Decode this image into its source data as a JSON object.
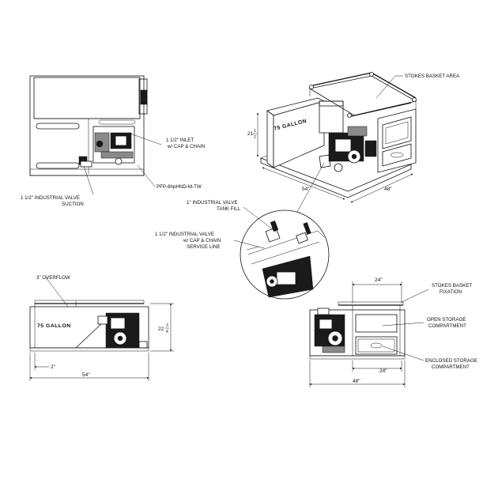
{
  "labels": {
    "inlet": "1 1/2\" INLET",
    "inlet_sub": "w/ CAP & CHAIN",
    "model": "PFP-6hpHND-M-TW",
    "suction": "1 1/2\" INDUSTRIAL VALVE",
    "suction_sub": "SUCTION",
    "stokes_area": "STOKES BASKET AREA",
    "tank_fill": "1\" INDUSTRIAL VALVE",
    "tank_fill_sub": "TANK FILL",
    "service": "1 1/2\" INDUSTRIAL VALVE",
    "service_sub1": "w/ CAP & CHAIN",
    "service_sub2": "SERVICE LINE",
    "overflow": "3\" OVERFLOW",
    "stokes_fix": "STOKES BASKET",
    "stokes_fix_sub": "FIXATION",
    "open_storage": "OPEN STORAGE",
    "open_storage_sub": "COMPARTMENT",
    "enclosed_storage": "ENCLOSED STORAGE",
    "enclosed_storage_sub": "COMPARTMENT",
    "gallon_iso": "75 GALLON",
    "gallon_side": "75 GALLON"
  },
  "dims": {
    "height_iso_whole": "21",
    "height_iso_frac_top": "1",
    "height_iso_frac_bot": "2",
    "width_iso_54": "54\"",
    "depth_iso_48": "48\"",
    "side_height_whole": "22",
    "side_height_frac_top": "3",
    "side_height_frac_bot": "4",
    "side_2": "2\"",
    "side_54": "54\"",
    "end_top_24": "24\"",
    "end_mid_24": "24\"",
    "end_48": "48\""
  }
}
